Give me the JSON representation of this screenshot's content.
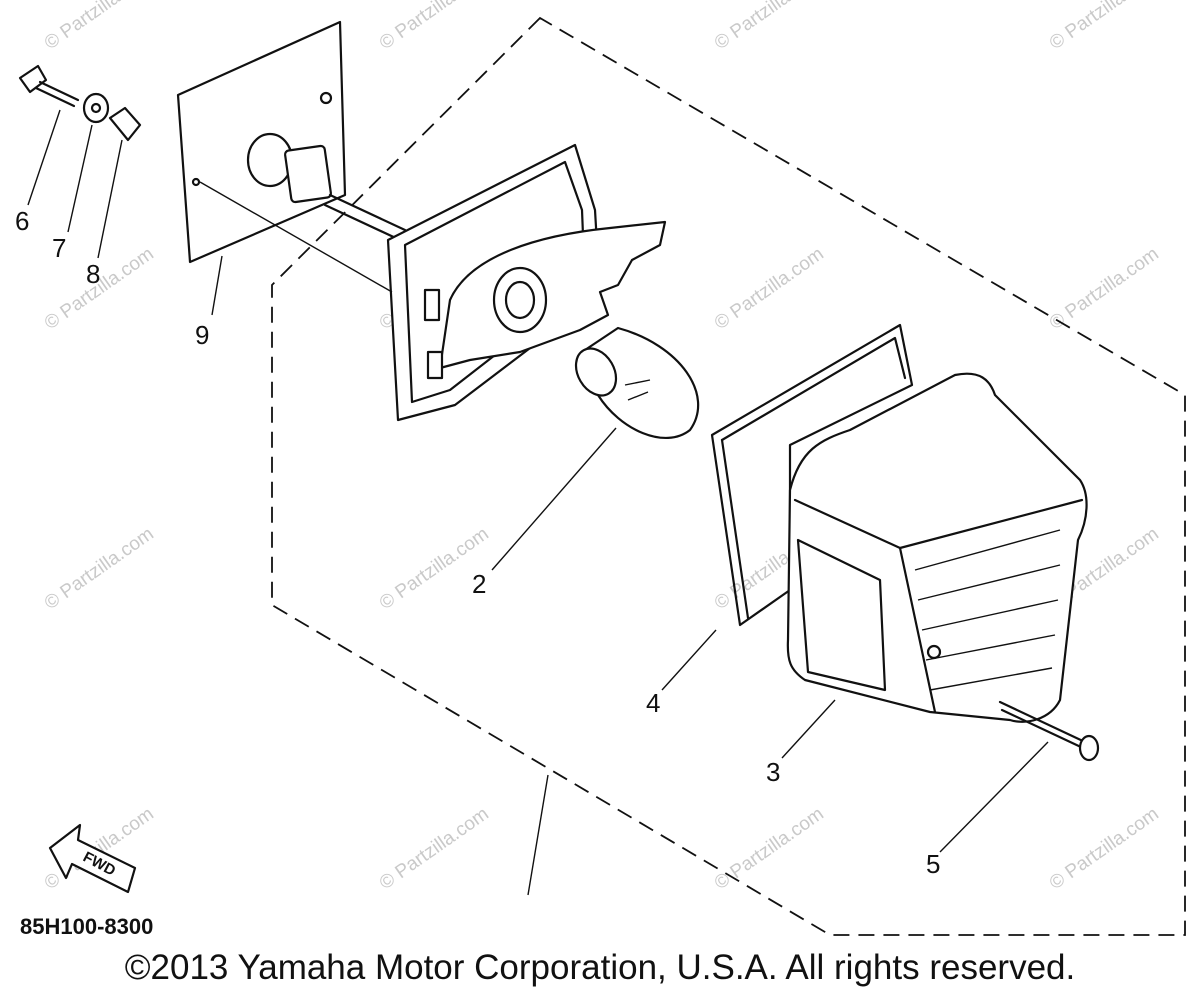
{
  "diagram": {
    "callouts": [
      "2",
      "3",
      "4",
      "5",
      "6",
      "7",
      "8",
      "9"
    ],
    "part_reference": "85H100-8300",
    "fwd_label": "FWD",
    "watermark": "© Partzilla.com",
    "copyright": "©2013 Yamaha Motor Corporation, U.S.A. All rights reserved."
  }
}
